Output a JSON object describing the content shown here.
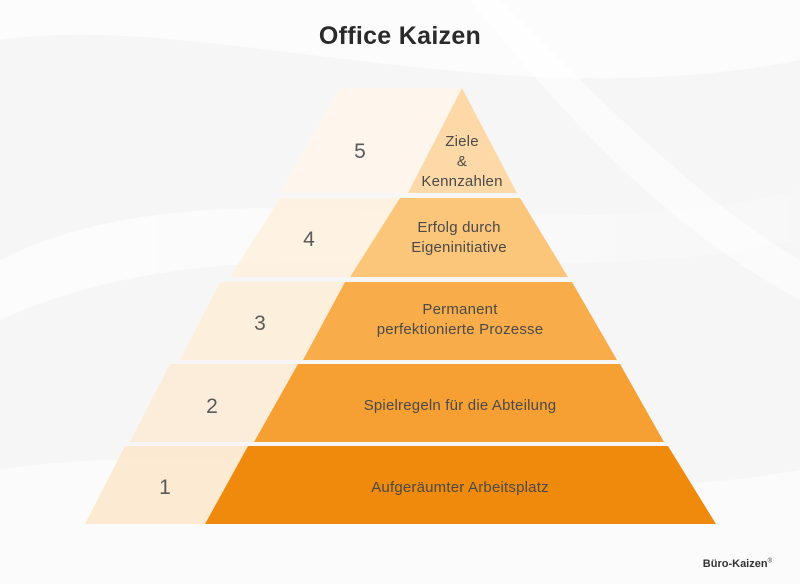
{
  "title": "Office Kaizen",
  "levels": [
    {
      "number": "5",
      "label": "Ziele\n&\nKennzahlen",
      "color": "#fcd9a6"
    },
    {
      "number": "4",
      "label": "Erfolg durch\nEigeninitiative",
      "color": "#fbc57a"
    },
    {
      "number": "3",
      "label": "Permanent\nperfektionierte Prozesse",
      "color": "#f9ad4a"
    },
    {
      "number": "2",
      "label": "Spielregeln für die Abteilung",
      "color": "#f6a033"
    },
    {
      "number": "1",
      "label": "Aufgeräumter Arbeitsplatz",
      "color": "#f08a0c"
    }
  ],
  "brand": {
    "name": "Büro-Kaizen",
    "mark": "®"
  }
}
